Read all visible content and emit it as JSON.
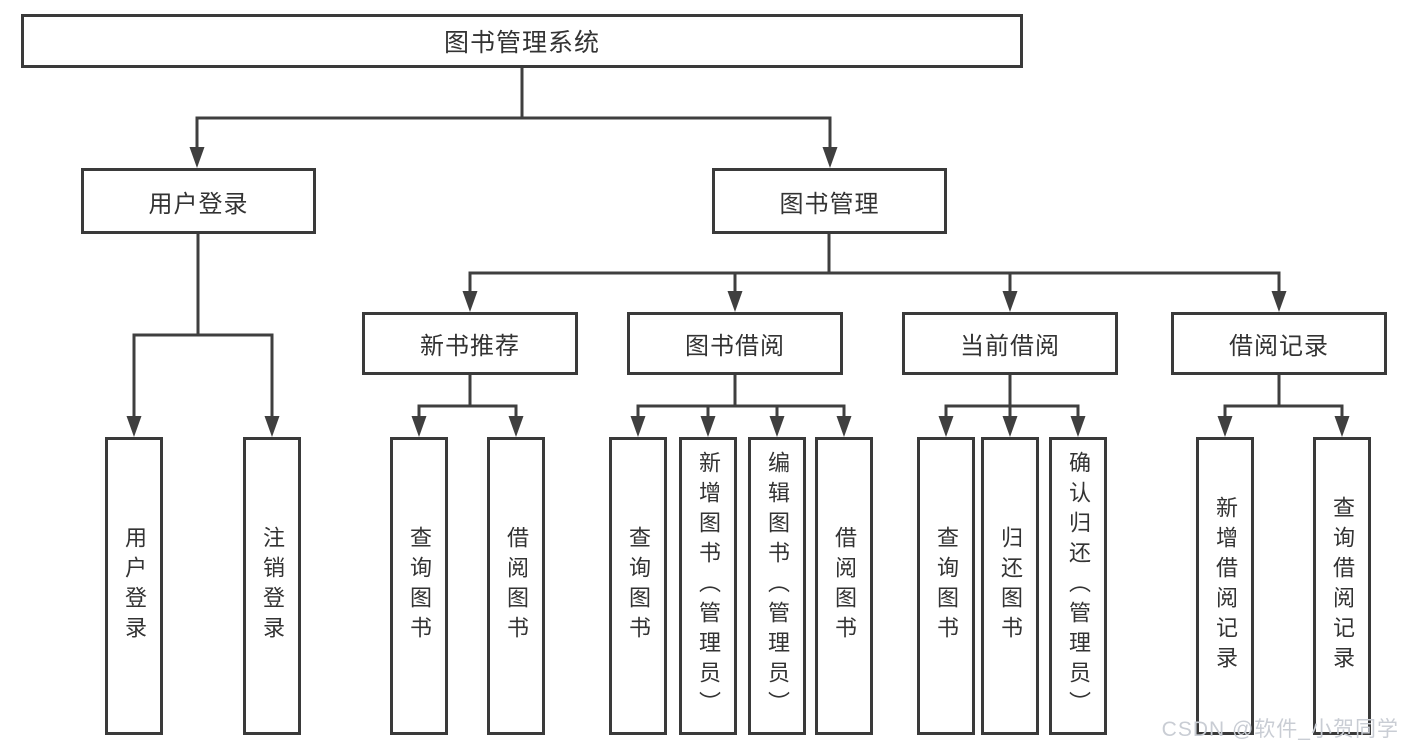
{
  "diagram": {
    "root": "图书管理系统",
    "branches": [
      {
        "label": "用户登录",
        "children": [
          {
            "label": "用户登录"
          },
          {
            "label": "注销登录"
          }
        ]
      },
      {
        "label": "图书管理",
        "children": [
          {
            "label": "新书推荐",
            "children": [
              {
                "label": "查询图书"
              },
              {
                "label": "借阅图书"
              }
            ]
          },
          {
            "label": "图书借阅",
            "children": [
              {
                "label": "查询图书"
              },
              {
                "label": "新增图书（管理员）"
              },
              {
                "label": "编辑图书（管理员）"
              },
              {
                "label": "借阅图书"
              }
            ]
          },
          {
            "label": "当前借阅",
            "children": [
              {
                "label": "查询图书"
              },
              {
                "label": "归还图书"
              },
              {
                "label": "确认归还（管理员）"
              }
            ]
          },
          {
            "label": "借阅记录",
            "children": [
              {
                "label": "新增借阅记录"
              },
              {
                "label": "查询借阅记录"
              }
            ]
          }
        ]
      }
    ]
  },
  "watermark": "CSDN @软件_小贺同学",
  "colors": {
    "line": "#3f3f3f",
    "box_border": "#3a3a3a",
    "text": "#333333",
    "watermark": "#c9cdd4",
    "background": "#ffffff"
  }
}
